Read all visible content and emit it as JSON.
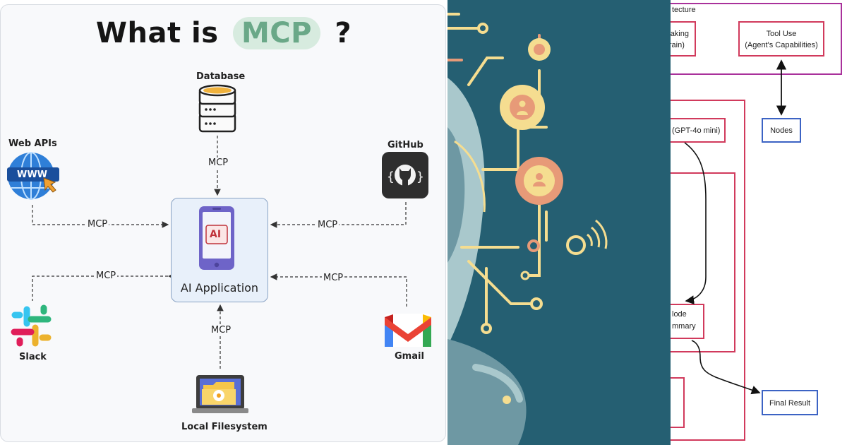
{
  "left": {
    "title_prefix": "What is",
    "title_highlight": "MCP",
    "title_suffix": "?",
    "nodes": {
      "database": "Database",
      "web_apis": "Web APIs",
      "github": "GitHub",
      "slack": "Slack",
      "gmail": "Gmail",
      "local_filesystem": "Local Filesystem",
      "app": "AI Application",
      "app_badge": "AI",
      "www": "WWW"
    },
    "edge_label": "MCP"
  },
  "right": {
    "header": "tecture",
    "making_line1": "Making",
    "making_line2": "Brain)",
    "tool_use_line1": "Tool Use",
    "tool_use_line2": "(Agent's Capabilities)",
    "nodes": "Nodes",
    "gpt": "(GPT-4o mini)",
    "node_line1": "lode",
    "node_line2": "mmary",
    "final_result": "Final Result"
  },
  "colors": {
    "middle_bg": "#255f72",
    "circuit_yellow": "#f5dd90",
    "circuit_orange": "#e79a78",
    "box_red": "#d13a5c",
    "box_blue": "#3c63c4",
    "mcp_highlight": "#d7ebdf"
  }
}
